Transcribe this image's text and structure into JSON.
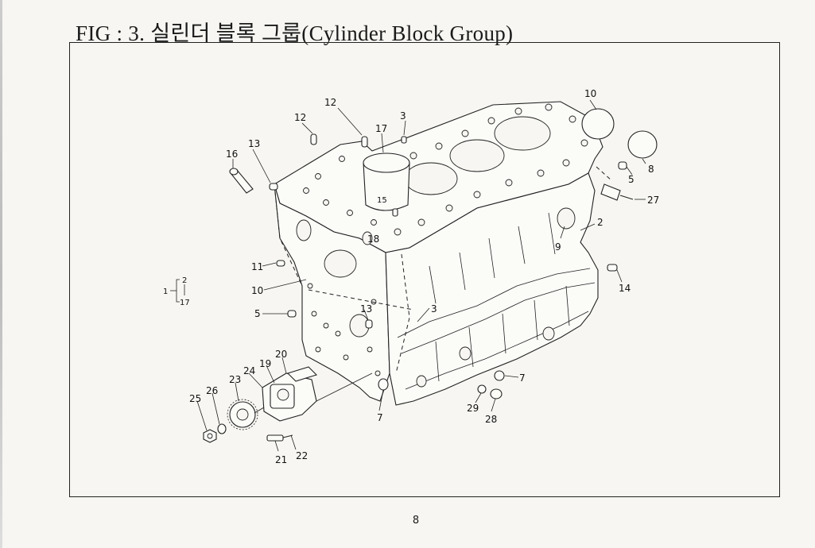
{
  "title": "FIG : 3. 실린더 블록 그룹(Cylinder Block Group)",
  "page_number": "8",
  "callouts": {
    "c1": "1",
    "c2a": "2",
    "c2b": "2",
    "c3a": "3",
    "c3b": "3",
    "c5a": "5",
    "c5b": "5",
    "c7a": "7",
    "c7b": "7",
    "c8": "8",
    "c9": "9",
    "c10a": "10",
    "c10b": "10",
    "c11": "11",
    "c12a": "12",
    "c12b": "12",
    "c13a": "13",
    "c13b": "13",
    "c14": "14",
    "c15": "15",
    "c16": "16",
    "c17a": "17",
    "c17b": "17",
    "c18": "18",
    "c19": "19",
    "c20": "20",
    "c21": "21",
    "c22": "22",
    "c23": "23",
    "c24": "24",
    "c25": "25",
    "c26": "26",
    "c27": "27",
    "c28": "28",
    "c29": "29"
  }
}
